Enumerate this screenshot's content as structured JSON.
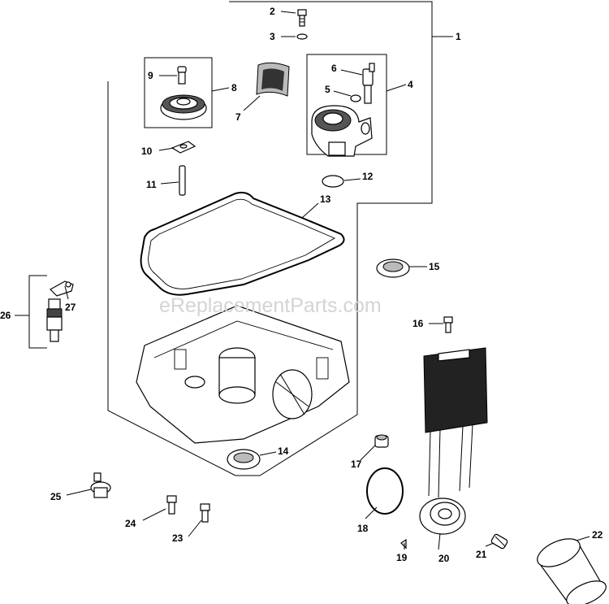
{
  "watermark": "eReplacementParts.com",
  "callouts": {
    "c1": "1",
    "c2": "2",
    "c3": "3",
    "c4": "4",
    "c5": "5",
    "c6": "6",
    "c7": "7",
    "c8": "8",
    "c9": "9",
    "c10": "10",
    "c11": "11",
    "c12": "12",
    "c13": "13",
    "c14": "14",
    "c15": "15",
    "c16": "16",
    "c17": "17",
    "c18": "18",
    "c19": "19",
    "c20": "20",
    "c21": "21",
    "c22": "22",
    "c23": "23",
    "c24": "24",
    "c25": "25",
    "c26": "26",
    "c27": "27"
  }
}
